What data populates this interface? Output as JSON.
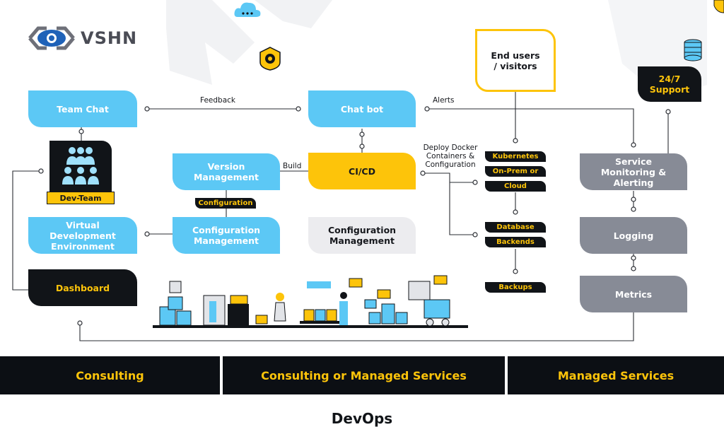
{
  "brand": {
    "name": "VSHN"
  },
  "boxes": {
    "team_chat": "Team Chat",
    "chat_bot": "Chat bot",
    "end_users": "End users / visitors",
    "support": "24/7 Support",
    "dev_team": "Dev-Team",
    "version_mgmt": "Version Management",
    "cicd": "CI/CD",
    "service_monitoring": "Service Monitoring & Alerting",
    "virtual_env": "Virtual Development Environment",
    "config_mgmt_blue": "Configuration Management",
    "config_mgmt_gray": "Configuration Management",
    "logging": "Logging",
    "dashboard": "Dashboard",
    "metrics": "Metrics"
  },
  "tags": {
    "configuration": "Configuration",
    "kubernetes": "Kubernetes",
    "on_prem": "On-Prem or",
    "cloud": "Cloud",
    "database": "Database",
    "backends": "Backends",
    "backups": "Backups"
  },
  "connectors": {
    "feedback": "Feedback",
    "alerts": "Alerts",
    "build": "Build",
    "deploy": "Deploy Docker Containers & Configuration"
  },
  "bottom_bars": {
    "consulting": "Consulting",
    "consulting_managed": "Consulting or Managed Services",
    "managed": "Managed Services"
  },
  "footer": {
    "title": "DevOps"
  },
  "colors": {
    "blue": "#5cc8f5",
    "yellow": "#fdc40a",
    "dark": "#111418",
    "gray": "#878b96",
    "light": "#ececef"
  }
}
